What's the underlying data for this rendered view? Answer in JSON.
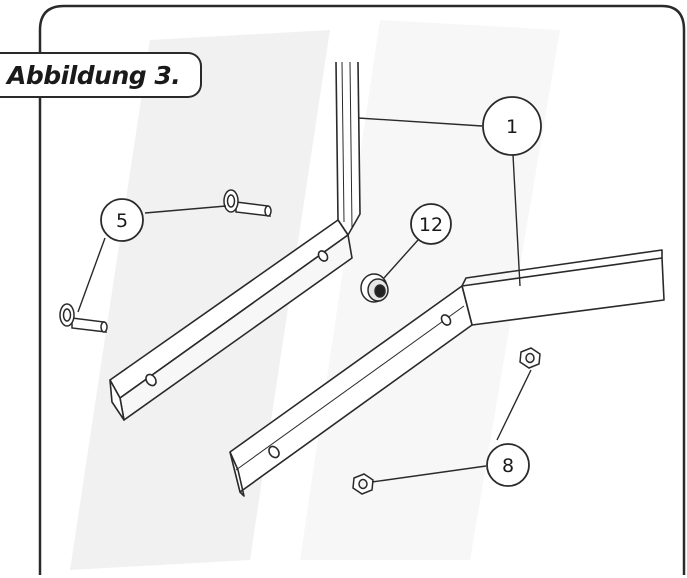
{
  "figure": {
    "title": "Abbildung 3."
  },
  "callouts": [
    {
      "id": "c1",
      "label": "1"
    },
    {
      "id": "c5",
      "label": "5"
    },
    {
      "id": "c12",
      "label": "12"
    },
    {
      "id": "c8",
      "label": "8"
    }
  ],
  "parts": {
    "arm_left": "part-1",
    "arm_right": "part-1",
    "bolts": "part-5",
    "lock_nut": "part-12",
    "nuts": "part-8"
  }
}
